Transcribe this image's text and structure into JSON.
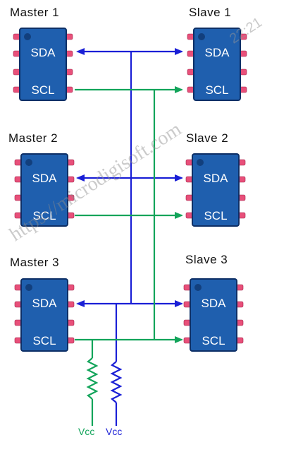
{
  "masters": [
    {
      "title": "Master 1",
      "pin_top": "SDA",
      "pin_bottom": "SCL"
    },
    {
      "title": "Master 2",
      "pin_top": "SDA",
      "pin_bottom": "SCL"
    },
    {
      "title": "Master 3",
      "pin_top": "SDA",
      "pin_bottom": "SCL"
    }
  ],
  "slaves": [
    {
      "title": "Slave 1",
      "pin_top": "SDA",
      "pin_bottom": "SCL"
    },
    {
      "title": "Slave 2",
      "pin_top": "SDA",
      "pin_bottom": "SCL"
    },
    {
      "title": "Slave 3",
      "pin_top": "SDA",
      "pin_bottom": "SCL"
    }
  ],
  "pullups": {
    "scl_label": "Vcc",
    "sda_label": "Vcc"
  },
  "watermark": {
    "url": "https://microdigisoft.com",
    "time": "22:21"
  },
  "colors": {
    "chip_body": "#1f5fae",
    "chip_edge": "#0d2f66",
    "pin": "#e8507a",
    "sda_line": "#1a1fd6",
    "scl_line": "#12a45a"
  }
}
